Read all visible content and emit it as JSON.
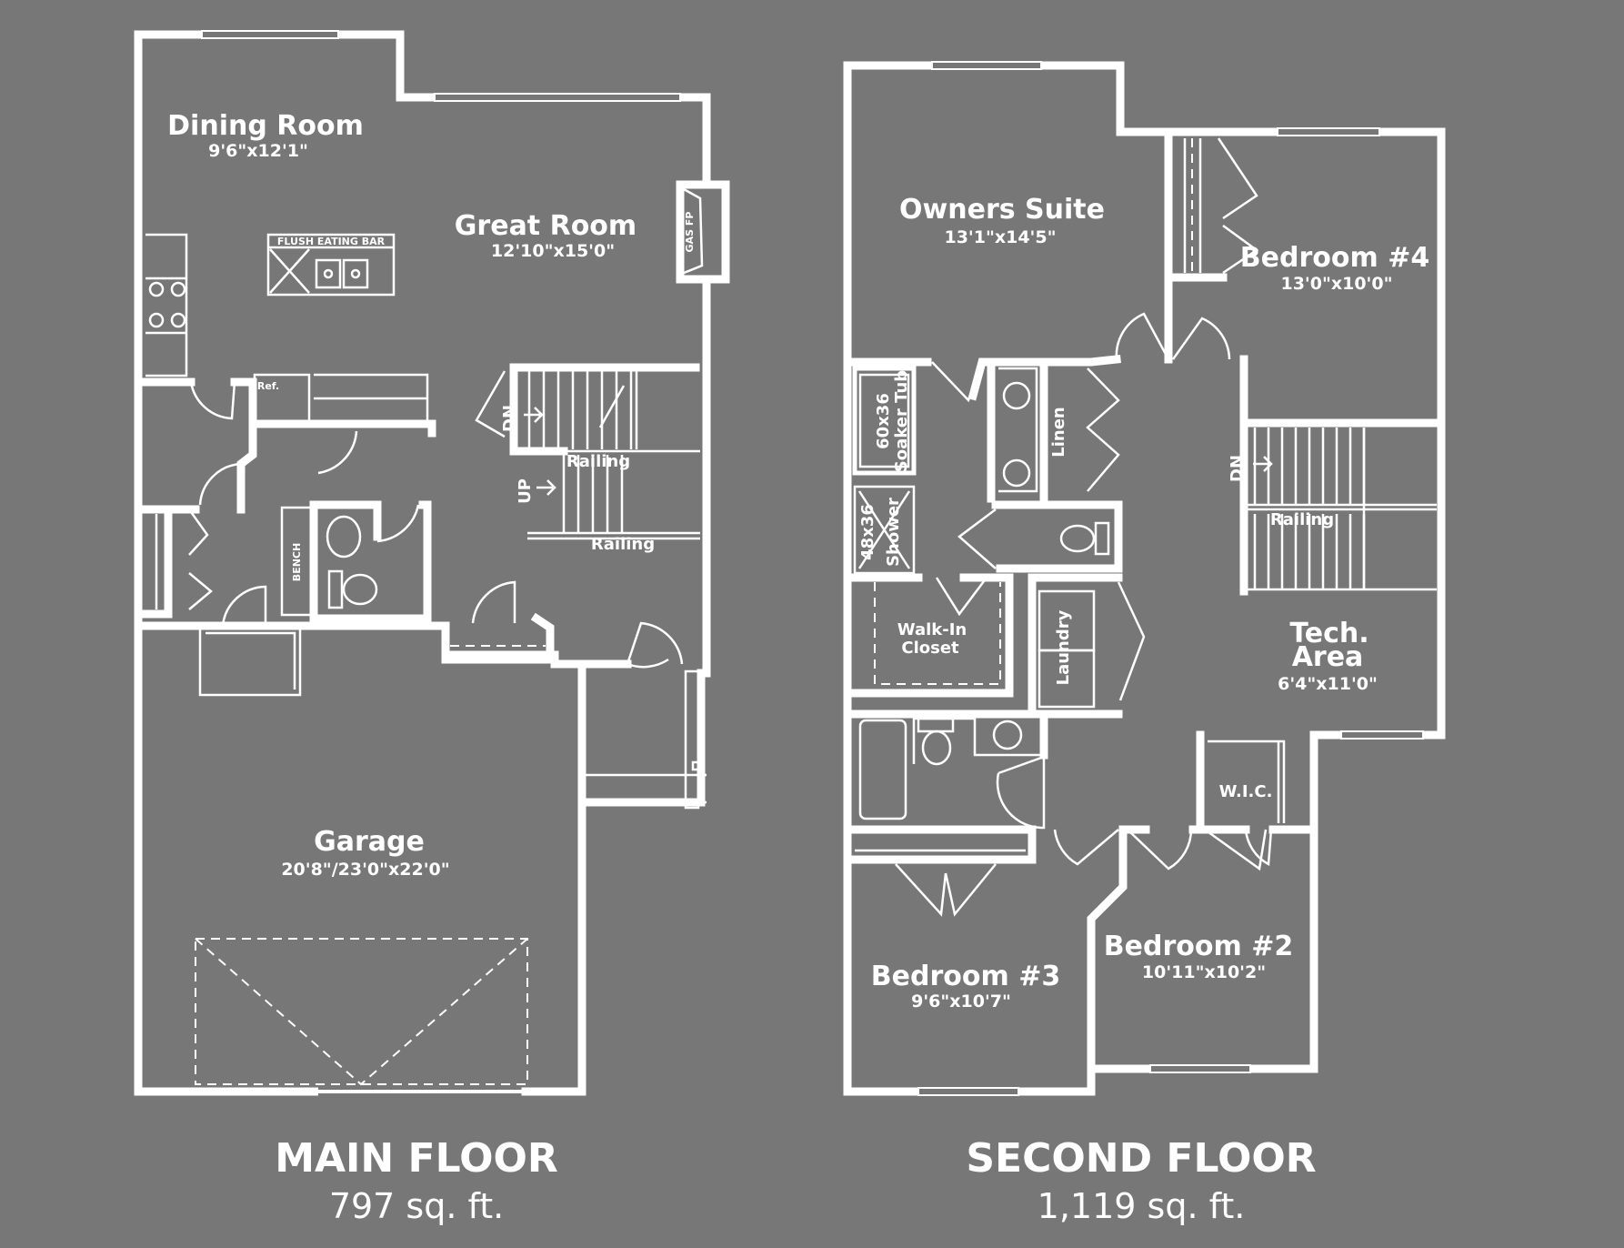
{
  "main_floor": {
    "title": "MAIN FLOOR",
    "area": "797 sq. ft.",
    "rooms": {
      "dining_room": {
        "name": "Dining Room",
        "dims": "9'6\"x12'1\""
      },
      "great_room": {
        "name": "Great Room",
        "dims": "12'10\"x15'0\""
      },
      "garage": {
        "name": "Garage",
        "dims": "20'8\"/23'0\"x22'0\""
      }
    },
    "labels": {
      "flush_eating_bar": "FLUSH EATING BAR",
      "gas_fp": "GAS FP",
      "ref": "Ref.",
      "bench": "BENCH",
      "dn": "DN",
      "up": "UP",
      "railing_upper": "Railing",
      "railing_lower": "Railing"
    }
  },
  "second_floor": {
    "title": "SECOND FLOOR",
    "area": "1,119 sq. ft.",
    "rooms": {
      "owners_suite": {
        "name": "Owners Suite",
        "dims": "13'1\"x14'5\""
      },
      "bedroom_4": {
        "name": "Bedroom #4",
        "dims": "13'0\"x10'0\""
      },
      "tech_area": {
        "name_line1": "Tech.",
        "name_line2": "Area",
        "dims": "6'4\"x11'0\""
      },
      "bedroom_3": {
        "name": "Bedroom #3",
        "dims": "9'6\"x10'7\""
      },
      "bedroom_2": {
        "name": "Bedroom #2",
        "dims": "10'11\"x10'2\""
      }
    },
    "labels": {
      "soaker_tub_1": "60x36",
      "soaker_tub_2": "Soaker Tub",
      "shower_1": "48x36",
      "shower_2": "Shower",
      "linen": "Linen",
      "walk_in_closet_1": "Walk-In",
      "walk_in_closet_2": "Closet",
      "laundry": "Laundry",
      "wic": "W.I.C.",
      "dn": "DN",
      "railing": "Railing"
    }
  },
  "colors": {
    "background": "#777777",
    "lines": "#ffffff"
  }
}
